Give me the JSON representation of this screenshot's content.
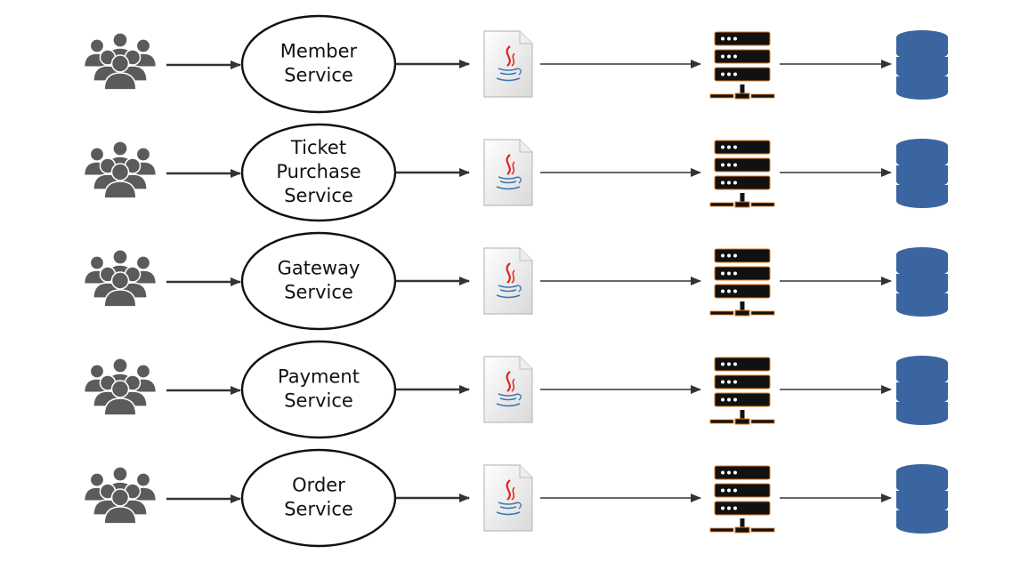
{
  "diagram": {
    "rows": [
      {
        "service": [
          "Member",
          "Service"
        ],
        "user_icon": "users-group-icon",
        "app_icon": "java-file-icon",
        "server_icon": "server-rack-icon",
        "db_icon": "database-icon"
      },
      {
        "service": [
          "Ticket",
          "Purchase",
          "Service"
        ],
        "user_icon": "users-group-icon",
        "app_icon": "java-file-icon",
        "server_icon": "server-rack-icon",
        "db_icon": "database-icon"
      },
      {
        "service": [
          "Gateway",
          "Service"
        ],
        "user_icon": "users-group-icon",
        "app_icon": "java-file-icon",
        "server_icon": "server-rack-icon",
        "db_icon": "database-icon"
      },
      {
        "service": [
          "Payment",
          "Service"
        ],
        "user_icon": "users-group-icon",
        "app_icon": "java-file-icon",
        "server_icon": "server-rack-icon",
        "db_icon": "database-icon"
      },
      {
        "service": [
          "Order",
          "Service"
        ],
        "user_icon": "users-group-icon",
        "app_icon": "java-file-icon",
        "server_icon": "server-rack-icon",
        "db_icon": "database-icon"
      }
    ],
    "colors": {
      "users": "#5b5b5b",
      "server": "#111111",
      "server_accent": "#e07b1f",
      "database": "#3b65a0",
      "java_red": "#e2231a",
      "java_blue": "#3a75b0",
      "arrow": "#333333"
    }
  }
}
